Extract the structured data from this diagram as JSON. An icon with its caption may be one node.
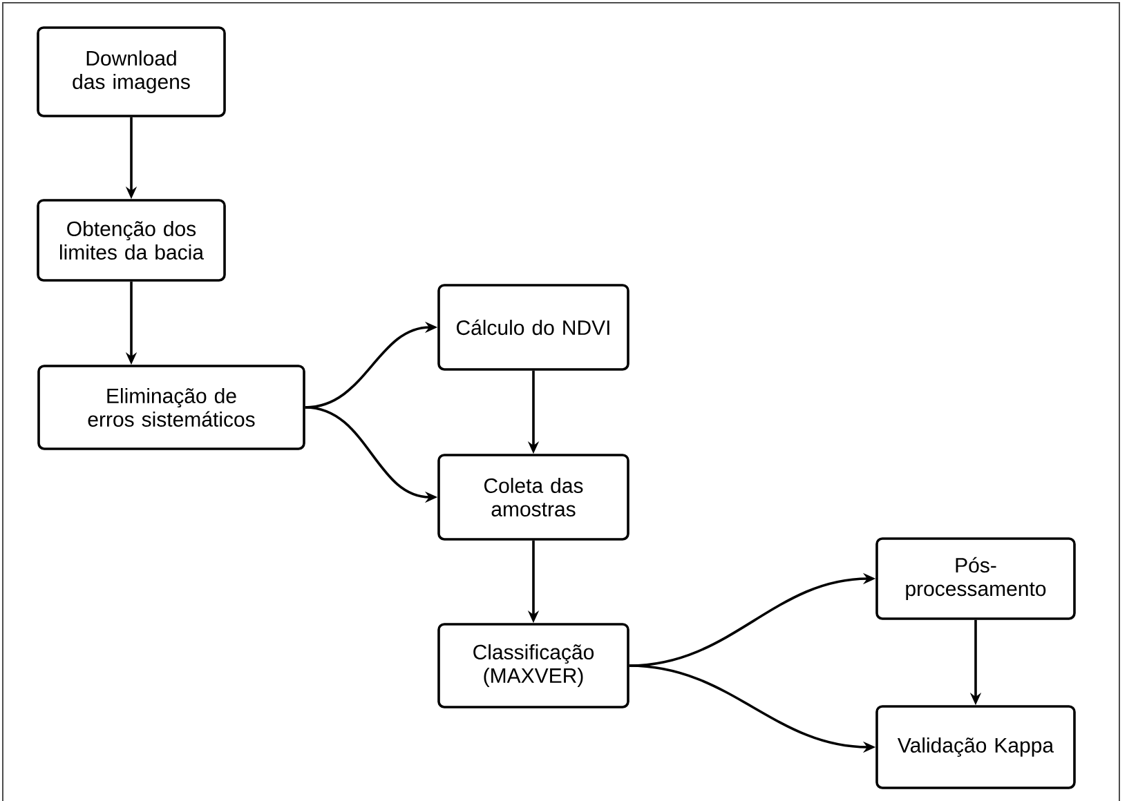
{
  "diagram": {
    "nodes": [
      {
        "text": [
          "Download das imagens"
        ]
      },
      {
        "text": [
          "Obtenção dos limites da bacia"
        ]
      },
      {
        "text": [
          "Eliminação de erros sistemáticos"
        ]
      },
      {
        "text": [
          "Cálculo do NDVI"
        ]
      },
      {
        "text": [
          "Coleta das amostras"
        ]
      },
      {
        "text": [
          "Classificação (MAXVER)"
        ]
      },
      {
        "text": [
          "Pós- processamento"
        ]
      },
      {
        "text": [
          "Validação Kappa"
        ]
      }
    ],
    "edges": [
      {
        "from": 0,
        "to": 1,
        "arrow": "to"
      },
      {
        "from": 1,
        "to": 2,
        "arrow": "to"
      },
      {
        "from": 2,
        "to": 3,
        "arrow": "to"
      },
      {
        "from": 2,
        "to": 4,
        "arrow": "to"
      },
      {
        "from": 3,
        "to": 4,
        "arrow": "to"
      },
      {
        "from": 4,
        "to": 5,
        "arrow": "to"
      },
      {
        "from": 5,
        "to": 6,
        "arrow": "to"
      },
      {
        "from": 5,
        "to": 7,
        "arrow": "to"
      },
      {
        "from": 6,
        "to": 7,
        "arrow": "to"
      }
    ]
  }
}
